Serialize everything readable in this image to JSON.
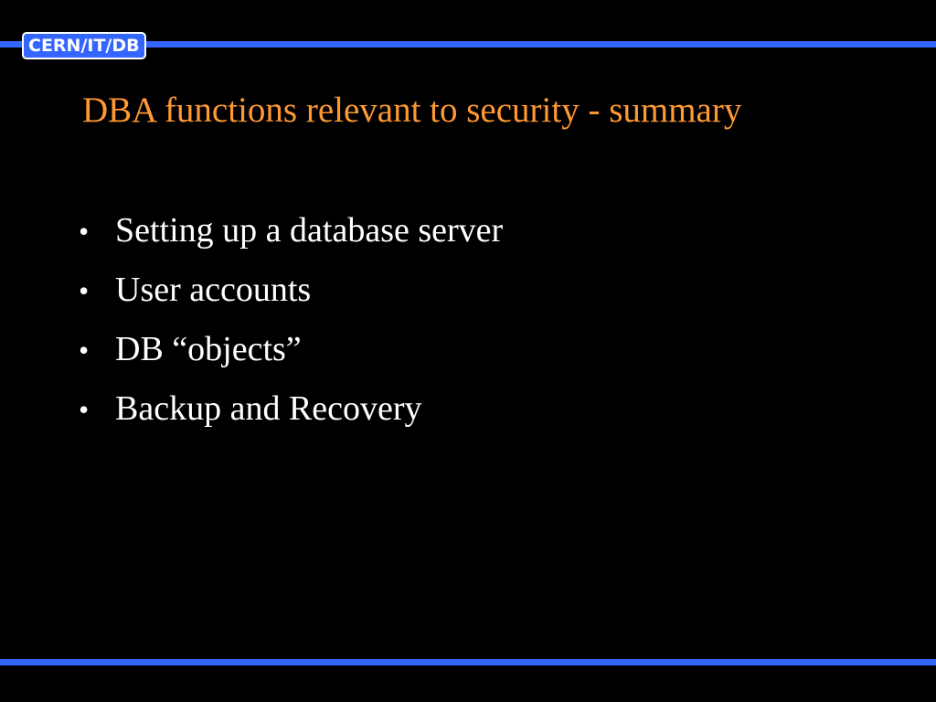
{
  "header": {
    "badge_label": "CERN/IT/DB"
  },
  "slide": {
    "title": "DBA functions relevant to security - summary",
    "bullet_symbol": "•",
    "bullets": [
      "Setting up a database server",
      "User accounts",
      "DB “objects”",
      "Backup and Recovery"
    ]
  },
  "colors": {
    "background": "#000000",
    "accent_blue": "#3366ff",
    "title": "#ff9933",
    "body_text": "#ffffff"
  }
}
